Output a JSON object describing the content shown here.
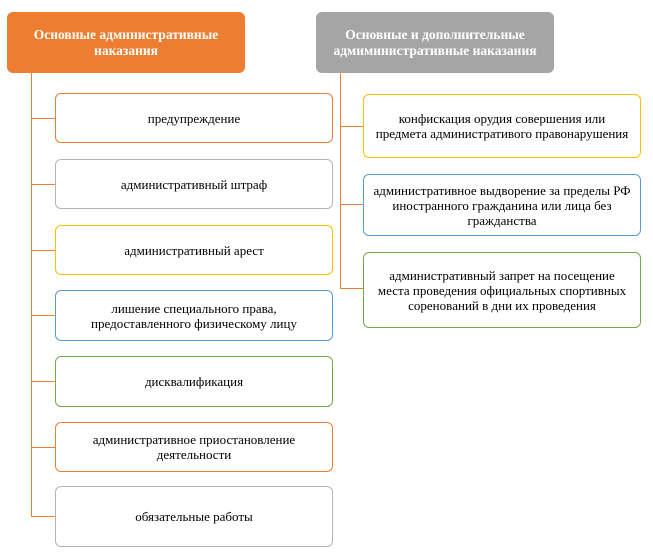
{
  "colors": {
    "orange": "#ed7d31",
    "gray": "#a5a5a5",
    "yellow": "#ffc000",
    "blue": "#5b9bd5",
    "green": "#70ad47",
    "light_gray": "#b4b4b4"
  },
  "left": {
    "title": "Основные административные наказания",
    "items": [
      "предупреждение",
      "административный штраф",
      "административный арест",
      "лишение специального права, предоставленного физическому лицу",
      "дисквалификация",
      "административное приостановление деятельности",
      "обязательные работы"
    ]
  },
  "right": {
    "title": "Основные и дополнительные адмиминистративные наказания",
    "items": [
      "конфискация орудия совершения или предмета административого правонарушения",
      "административное выдворение за пределы РФ иностранного гражданина или лица без гражданства",
      "административный запрет на посещение места проведения официальных спортивных сореновaний в дни их проведения"
    ]
  }
}
